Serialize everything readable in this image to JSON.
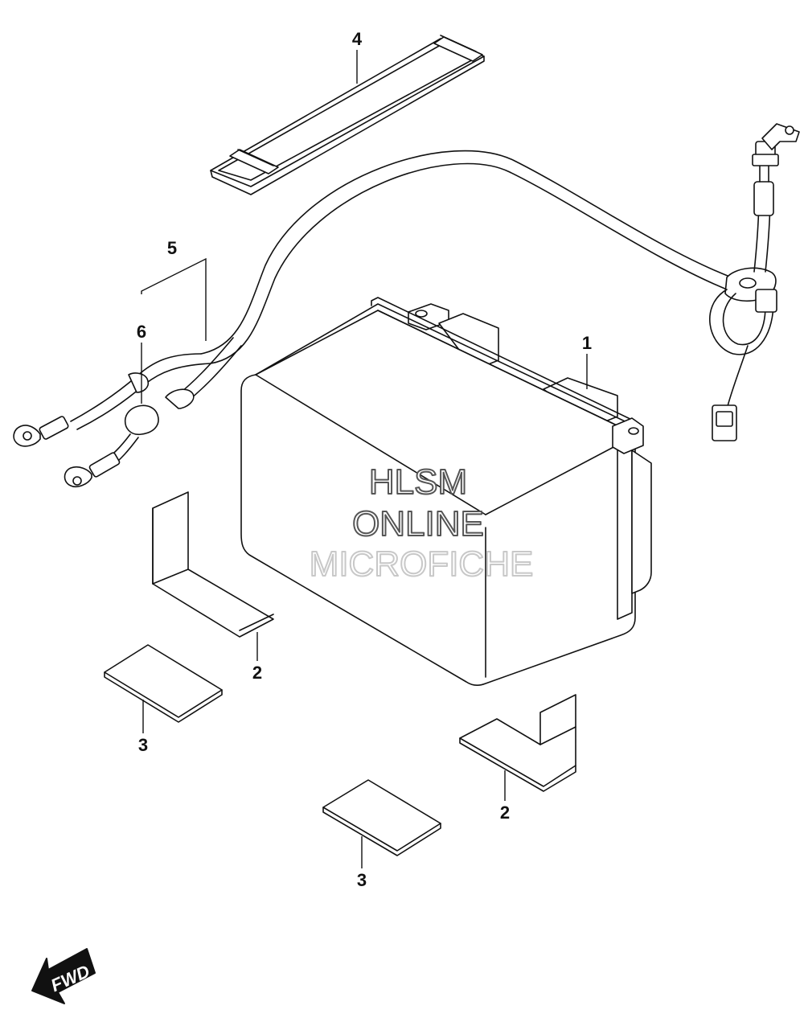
{
  "callouts": {
    "c1": "1",
    "c2a": "2",
    "c2b": "2",
    "c3a": "3",
    "c3b": "3",
    "c4": "4",
    "c5": "5",
    "c6": "6"
  },
  "watermark": {
    "line1": "HLSM",
    "line2": "ONLINE",
    "line3": "MICROFICHE"
  },
  "fwd_label": "FWD",
  "colors": {
    "line": "#111111",
    "background": "#ffffff",
    "watermark_outline": "#555555",
    "watermark_light": "#c8c8c8"
  }
}
